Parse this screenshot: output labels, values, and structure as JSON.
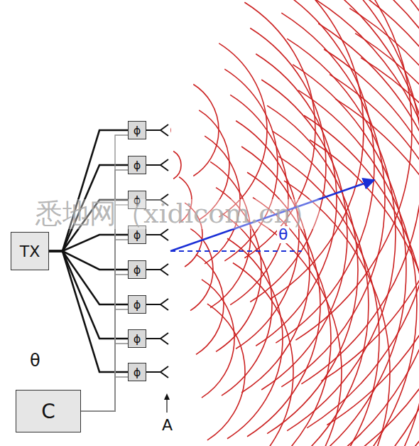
{
  "diagram": {
    "nodes": [
      {
        "text": [
          "TX"
        ]
      },
      {
        "text": [
          "ϕ"
        ]
      },
      {
        "text": [
          "ϕ"
        ]
      },
      {
        "text": [
          "ϕ"
        ]
      },
      {
        "text": [
          "ϕ"
        ]
      },
      {
        "text": [
          "ϕ"
        ]
      },
      {
        "text": [
          "ϕ"
        ]
      },
      {
        "text": [
          "ϕ"
        ]
      },
      {
        "text": [
          "ϕ"
        ]
      },
      {
        "text": [
          "C"
        ]
      }
    ],
    "edges": [
      {
        "from": 0,
        "to": 1,
        "arrow": "none"
      },
      {
        "from": 0,
        "to": 2,
        "arrow": "none"
      },
      {
        "from": 0,
        "to": 3,
        "arrow": "none"
      },
      {
        "from": 0,
        "to": 4,
        "arrow": "none"
      },
      {
        "from": 0,
        "to": 5,
        "arrow": "none"
      },
      {
        "from": 0,
        "to": 6,
        "arrow": "none"
      },
      {
        "from": 0,
        "to": 7,
        "arrow": "none"
      },
      {
        "from": 0,
        "to": 8,
        "arrow": "none"
      },
      {
        "from": 9,
        "to": 1,
        "arrow": "none"
      },
      {
        "from": 9,
        "to": 2,
        "arrow": "none"
      },
      {
        "from": 9,
        "to": 3,
        "arrow": "none"
      },
      {
        "from": 9,
        "to": 4,
        "arrow": "none"
      },
      {
        "from": 9,
        "to": 5,
        "arrow": "none"
      },
      {
        "from": 9,
        "to": 6,
        "arrow": "none"
      },
      {
        "from": 9,
        "to": 7,
        "arrow": "none"
      },
      {
        "from": 9,
        "to": 8,
        "arrow": "none"
      }
    ],
    "labels": [
      "悉地网（xidicom.cn）",
      "θ",
      "θ",
      "A"
    ]
  }
}
